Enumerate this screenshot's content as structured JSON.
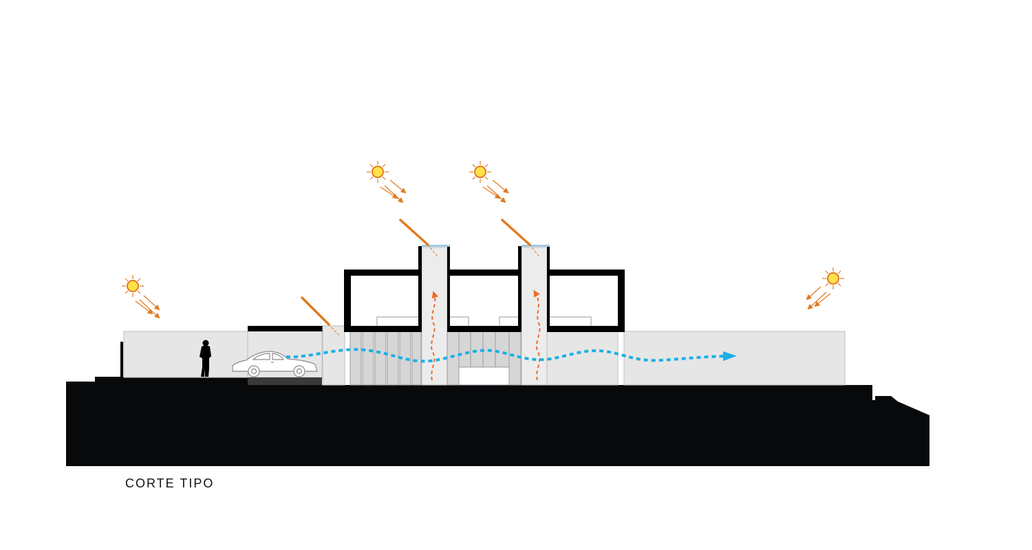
{
  "caption": "CORTE TIPO",
  "colors": {
    "ground": "#08090b",
    "structure": "#000000",
    "wall_fill": "#e6e6e6",
    "shaft_fill": "#ececec",
    "louver_fill": "#d6d6d6",
    "sun_core": "#ffe24a",
    "sun_ray": "#e07a22",
    "solar_arrow": "#e07a22",
    "hot_air": "#ee6a2e",
    "breeze": "#1ab0e6",
    "skylight": "#9cc9e0"
  },
  "icons": {
    "sun": "sun-icon",
    "person": "person-silhouette-icon",
    "car": "car-outline-icon"
  },
  "flows": {
    "cross_ventilation": "breeze-arrow",
    "stack_effect": "hot-air-arrow",
    "solar_gain": "solar-ray-arrow"
  }
}
